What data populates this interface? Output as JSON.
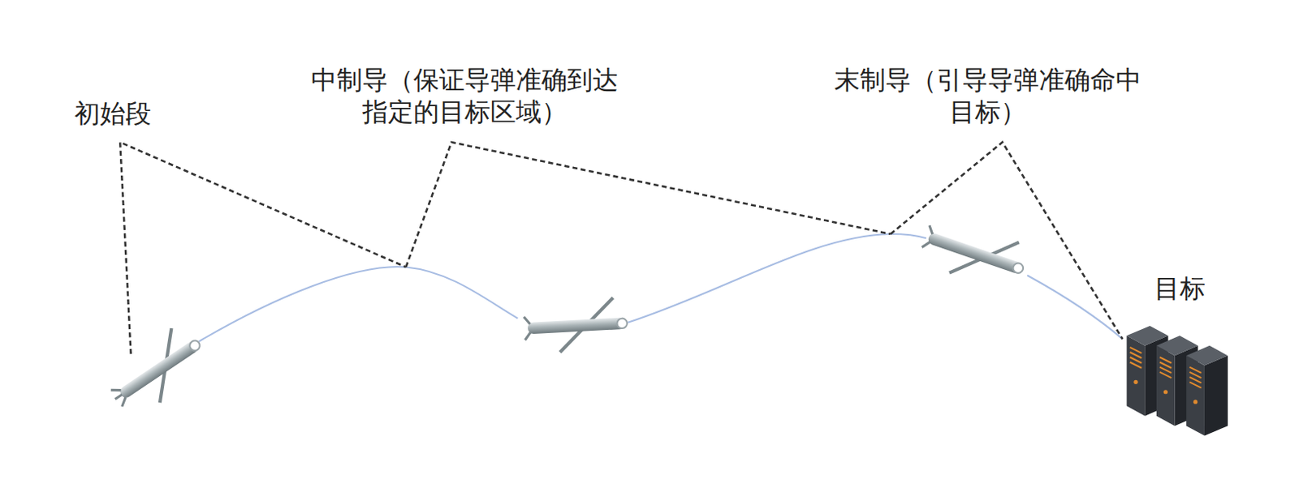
{
  "diagram": {
    "labels": [
      "初始段",
      "中制导（保证导弹准确到达指定的目标区域）",
      "末制导（引导导弹准确命中目标）",
      "目标"
    ]
  }
}
